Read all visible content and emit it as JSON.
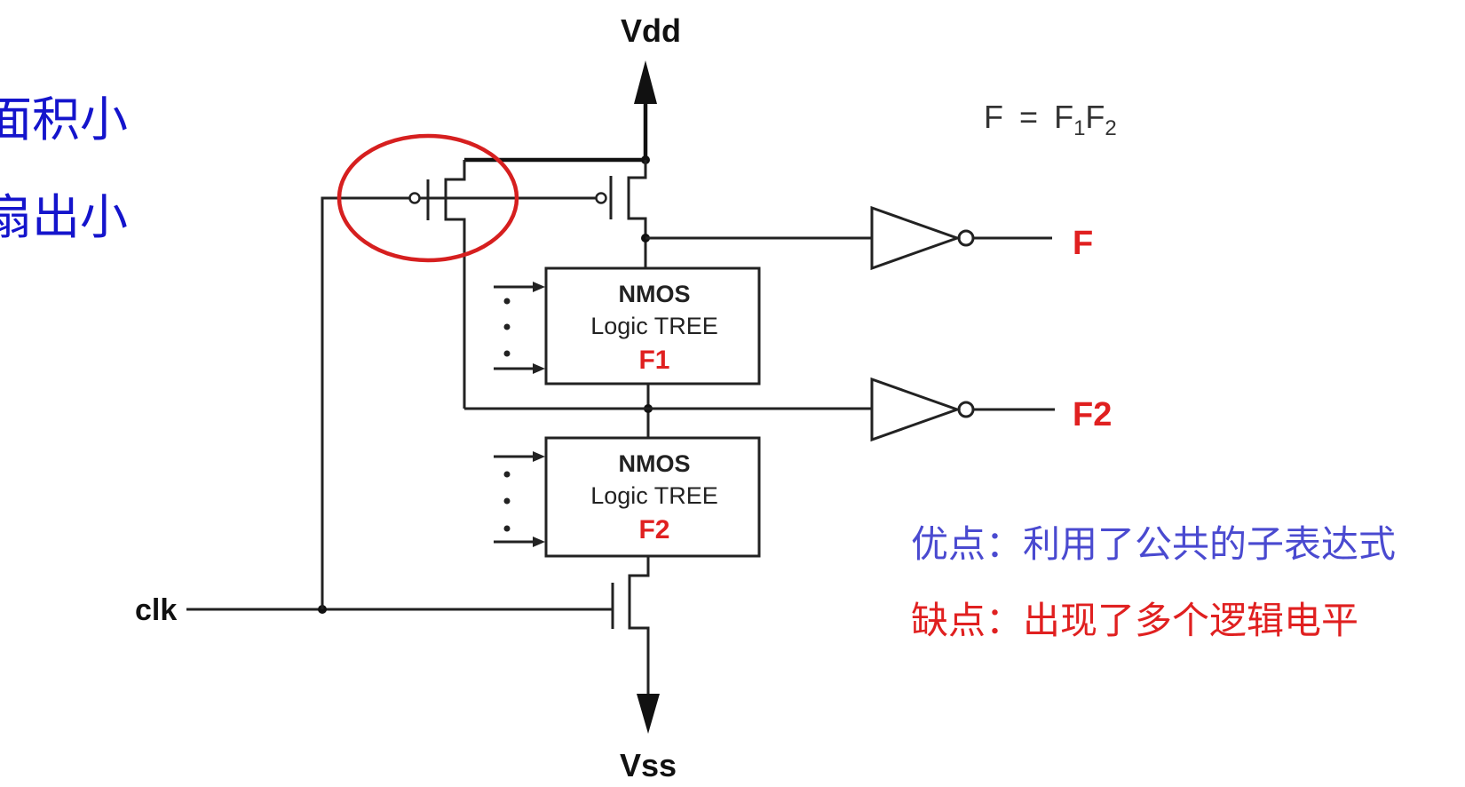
{
  "left_notes": [
    "面积小",
    "扇出小"
  ],
  "supply": {
    "vdd": "Vdd",
    "vss": "Vss"
  },
  "clock_label": "clk",
  "formula": {
    "lhs": "F",
    "eq": "=",
    "f1": "F",
    "sub1": "1",
    "f2": "F",
    "sub2": "2"
  },
  "blocks": [
    {
      "line1": "NMOS",
      "line2": "Logic TREE",
      "name": "F1"
    },
    {
      "line1": "NMOS",
      "line2": "Logic TREE",
      "name": "F2"
    }
  ],
  "outputs": [
    "F",
    "F2"
  ],
  "notes": {
    "advantage": "优点：利用了公共的子表达式",
    "disadvantage": "缺点：出现了多个逻辑电平"
  },
  "colors": {
    "blue_text": "#1414cc",
    "advantage": "#4a4ad0",
    "red": "#e02020",
    "highlight_circle": "#d61f1f"
  }
}
